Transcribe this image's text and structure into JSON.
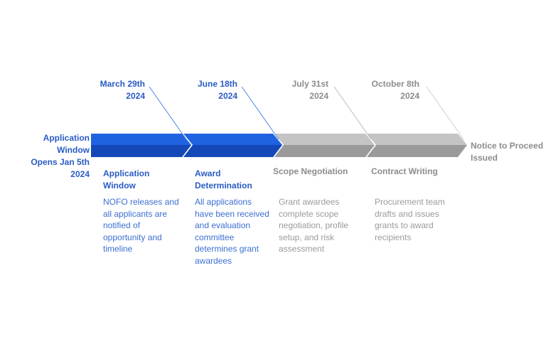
{
  "start": {
    "line1": "Application Window",
    "line2": "Opens Jan 5th 2024"
  },
  "end": {
    "line1": "Notice to Proceed",
    "line2": "Issued"
  },
  "phases": [
    {
      "date_line1": "March 29th",
      "date_line2": "2024",
      "title_line1": "Application",
      "title_line2": "Window",
      "desc": [
        "NOFO releases and",
        "all applicants are",
        "notified of",
        "opportunity and",
        "timeline"
      ],
      "color": "#1f5fd6"
    },
    {
      "date_line1": "June 18th",
      "date_line2": "2024",
      "title_line1": "Award",
      "title_line2": "Determination",
      "desc": [
        "All applications",
        "have been received",
        "and evaluation",
        "committee",
        "determines grant",
        "awardees"
      ],
      "color": "#1f5fd6"
    },
    {
      "date_line1": "July 31st",
      "date_line2": "2024",
      "title_line1": "Scope Negotiation",
      "title_line2": "",
      "desc": [
        "Grant awardees",
        "complete scope",
        "negotiation, profile",
        "setup, and risk",
        "assessment"
      ],
      "color": "#9b9b9b"
    },
    {
      "date_line1": "October 8th",
      "date_line2": "2024",
      "title_line1": "Contract Writing",
      "title_line2": "",
      "desc": [
        "Procurement team",
        "drafts and issues",
        "grants to award",
        "recipients"
      ],
      "color": "#9b9b9b"
    }
  ],
  "colors": {
    "blue_top": "#1f63e0",
    "blue_bottom": "#1448b8",
    "gray_top": "#c4c4c4",
    "gray_bottom": "#9a9a9a",
    "blue_text": "#2a5cc4",
    "gray_text": "#8c8c8c"
  }
}
